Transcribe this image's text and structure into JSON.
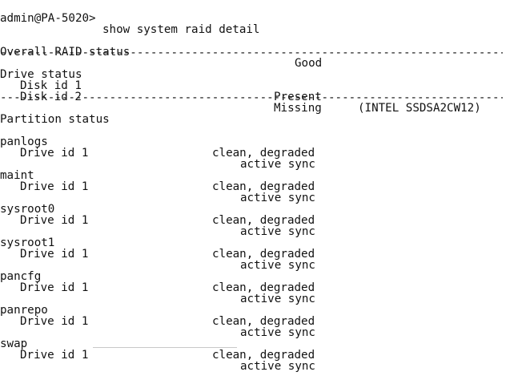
{
  "terminal": {
    "prompt": "admin@PA-5020>",
    "command": "show system raid detail",
    "overall_label": "Overall RAID status",
    "overall_value": "Good",
    "separator": "--------------------------------------------------------------------------",
    "drive_status_label": "Drive status",
    "disks": [
      {
        "label": "Disk id 1",
        "status": "Present",
        "model": "(INTEL SSDSA2CW12)"
      },
      {
        "label": "Disk id 2",
        "status": "Missing",
        "model": ""
      }
    ],
    "partition_status_label": "Partition status",
    "partitions": [
      {
        "name": "panlogs",
        "state": "clean, degraded",
        "drive": "Drive id 1",
        "drive_state": "active sync"
      },
      {
        "name": "maint",
        "state": "clean, degraded",
        "drive": "Drive id 1",
        "drive_state": "active sync"
      },
      {
        "name": "sysroot0",
        "state": "clean, degraded",
        "drive": "Drive id 1",
        "drive_state": "active sync"
      },
      {
        "name": "sysroot1",
        "state": "clean, degraded",
        "drive": "Drive id 1",
        "drive_state": "active sync"
      },
      {
        "name": "pancfg",
        "state": "clean, degraded",
        "drive": "Drive id 1",
        "drive_state": "active sync"
      },
      {
        "name": "panrepo",
        "state": "clean, degraded",
        "drive": "Drive id 1",
        "drive_state": "active sync"
      },
      {
        "name": "swap",
        "state": "clean, degraded",
        "drive": "Drive id 1",
        "drive_state": "active sync"
      }
    ]
  }
}
